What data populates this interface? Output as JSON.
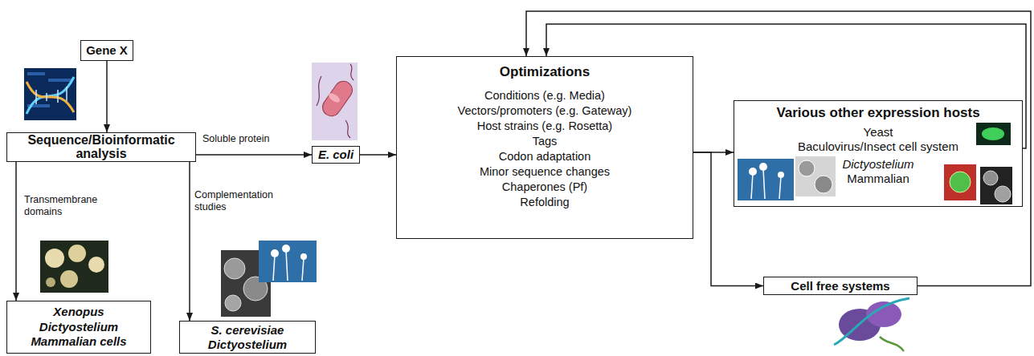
{
  "diagram": {
    "nodes": [
      {
        "text": [
          "Gene X"
        ]
      },
      {
        "text": [
          "Sequence/Bioinformatic analysis"
        ]
      },
      {
        "text": [
          "E. coli"
        ]
      },
      {
        "text": [
          "Optimizations",
          "Conditions (e.g. Media)",
          "Vectors/promoters (e.g. Gateway)",
          "Host strains (e.g. Rosetta)",
          "Tags",
          "Codon adaptation",
          "Minor sequence changes",
          "Chaperones (Pf)",
          "Refolding"
        ]
      },
      {
        "text": [
          "Various other expression hosts",
          "Yeast",
          "Baculovirus/Insect cell system",
          "Dictyostelium",
          "Mammalian"
        ]
      },
      {
        "text": [
          "Cell free systems"
        ]
      },
      {
        "text": [
          "Xenopus",
          "Dictyostelium",
          "Mammalian cells"
        ]
      },
      {
        "text": [
          "S. cerevisiae",
          "Dictyostelium"
        ]
      }
    ],
    "edges": [
      {
        "from": 0,
        "to": 1,
        "arrow": "to"
      },
      {
        "from": 1,
        "to": 2,
        "label": "Soluble protein",
        "arrow": "to"
      },
      {
        "from": 1,
        "to": 6,
        "label": "Transmembrane domains",
        "arrow": "to"
      },
      {
        "from": 1,
        "to": 7,
        "label": "Complementation studies",
        "arrow": "to"
      },
      {
        "from": 2,
        "to": 3,
        "arrow": "to"
      },
      {
        "from": 3,
        "to": 4,
        "arrow": "to"
      },
      {
        "from": 3,
        "to": 5,
        "arrow": "to"
      },
      {
        "from": 4,
        "to": 3,
        "arrow": "to"
      },
      {
        "from": 5,
        "to": 3,
        "arrow": "to"
      }
    ]
  }
}
